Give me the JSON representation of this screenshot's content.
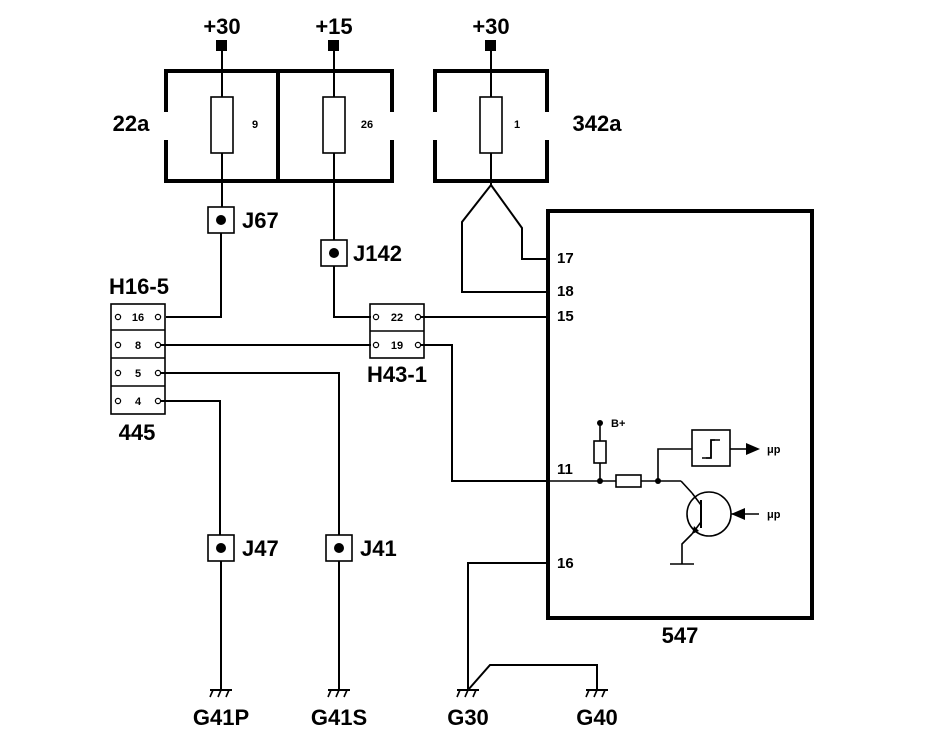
{
  "supplies": {
    "s1": "+30",
    "s2": "+15",
    "s3": "+30"
  },
  "fusebox_left": {
    "label": "22a",
    "fuse_a": "9",
    "fuse_b": "26"
  },
  "fusebox_right": {
    "label": "342a",
    "fuse": "1"
  },
  "connectors": {
    "j67": "J67",
    "j142": "J142",
    "j47": "J47",
    "j41": "J41"
  },
  "plug_h16": {
    "label": "H16-5",
    "component": "445",
    "pins": [
      "16",
      "8",
      "5",
      "4"
    ]
  },
  "plug_h43": {
    "label": "H43-1",
    "pins": [
      "22",
      "19"
    ]
  },
  "module": {
    "label": "547",
    "pins": [
      "17",
      "18",
      "15",
      "11",
      "16"
    ],
    "bplus": "B+",
    "mu_out": "μp",
    "mu_in": "μp"
  },
  "grounds": {
    "g41p": "G41P",
    "g41s": "G41S",
    "g30": "G30",
    "g40": "G40"
  }
}
